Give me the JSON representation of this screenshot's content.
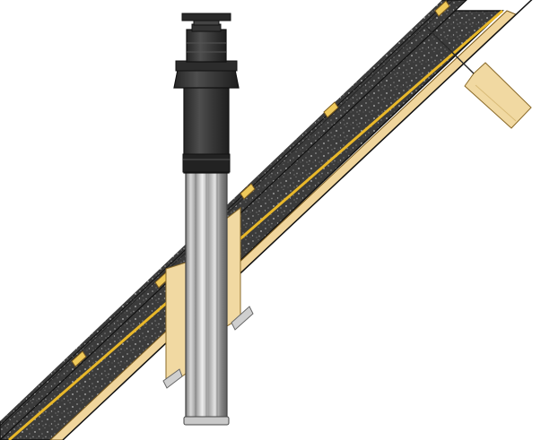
{
  "diagram": {
    "subject": "roof-flue-terminal-cross-section",
    "components": [
      {
        "id": "flue-cap",
        "icon": "flue-cap-icon"
      },
      {
        "id": "terminal-collar",
        "icon": "terminal-collar-icon"
      },
      {
        "id": "flue-pipe",
        "icon": "flue-pipe-icon"
      },
      {
        "id": "roof-insulation",
        "icon": "insulation-layer-icon"
      },
      {
        "id": "timber-battens",
        "icon": "batten-icon"
      },
      {
        "id": "flashing-board",
        "icon": "flashing-board-icon"
      },
      {
        "id": "rafter",
        "icon": "rafter-icon"
      }
    ],
    "colors": {
      "background": "#ffffff",
      "timber": "#f1d9a2",
      "timber_edge": "#b8944a",
      "membrane": "#f0c030",
      "insulation": "#3a3a3a",
      "insulation_speckle": "#9a9a9a",
      "outline": "#111111",
      "terminal_dark": "#2f2f2f",
      "terminal_mid": "#4a4a4a",
      "pipe_light": "#e6e6e6",
      "pipe_mid": "#a8a8a8",
      "pipe_dark": "#6c6c6c"
    }
  }
}
